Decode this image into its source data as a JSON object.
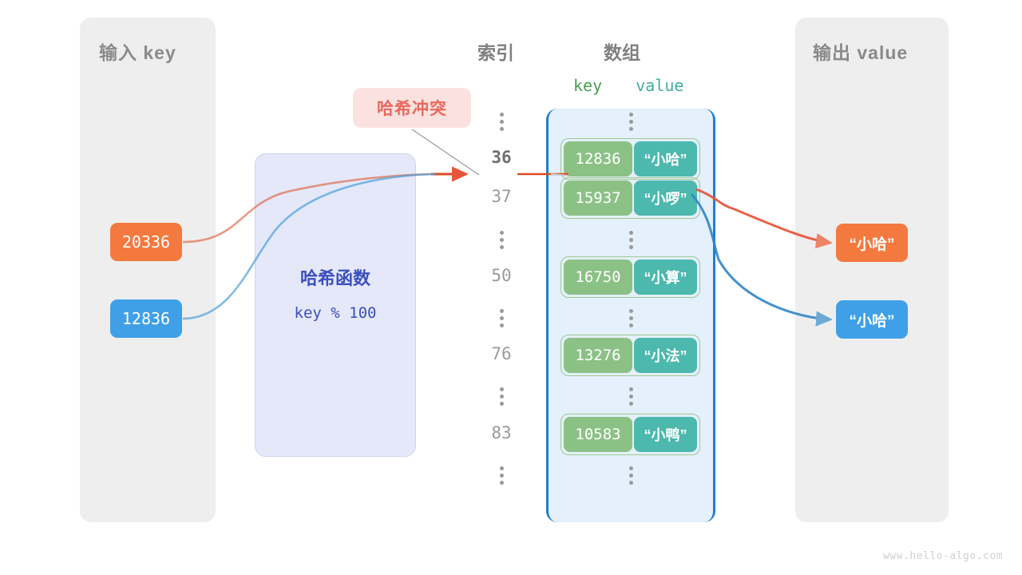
{
  "panels": {
    "input": {
      "title": "输入 key"
    },
    "output": {
      "title": "输出 value"
    }
  },
  "columns": {
    "index_header": "索引",
    "array_header": "数组",
    "key_header": "key",
    "value_header": "value"
  },
  "hash_function": {
    "title": "哈希函数",
    "formula": "key % 100"
  },
  "collision": {
    "label": "哈希冲突"
  },
  "inputs": [
    {
      "key": "20336",
      "color": "#f4793f"
    },
    {
      "key": "12836",
      "color": "#3fa0e8"
    }
  ],
  "outputs": [
    {
      "value": "“小哈”",
      "color": "#f4793f"
    },
    {
      "value": "“小哈”",
      "color": "#3fa0e8"
    }
  ],
  "array_rows": [
    {
      "kind": "ellipsis"
    },
    {
      "kind": "bucket",
      "index": "36",
      "highlight": true,
      "key": "12836",
      "value": "“小哈”"
    },
    {
      "kind": "bucket",
      "index": "37",
      "highlight": false,
      "key": "15937",
      "value": "“小啰”"
    },
    {
      "kind": "ellipsis"
    },
    {
      "kind": "bucket",
      "index": "50",
      "highlight": false,
      "key": "16750",
      "value": "“小算”"
    },
    {
      "kind": "ellipsis"
    },
    {
      "kind": "bucket",
      "index": "76",
      "highlight": false,
      "key": "13276",
      "value": "“小法”"
    },
    {
      "kind": "ellipsis"
    },
    {
      "kind": "bucket",
      "index": "83",
      "highlight": false,
      "key": "10583",
      "value": "“小鸭”"
    },
    {
      "kind": "ellipsis"
    }
  ],
  "colors": {
    "panel_bg": "#eeeeee",
    "hash_bg": "#e4e8f9",
    "hash_text": "#3b4fbe",
    "array_bg": "#e4f0fb",
    "array_border": "#1f7fd0",
    "key_cell": "#8cc185",
    "value_cell": "#4cb8ae",
    "bucket_border": "#9cc98f",
    "collision_bg": "#fbe2e0",
    "collision_text": "#e8695d",
    "orange": "#f4793f",
    "blue": "#3fa0e8",
    "label_gray": "#808080"
  },
  "watermark": "www.hello-algo.com"
}
